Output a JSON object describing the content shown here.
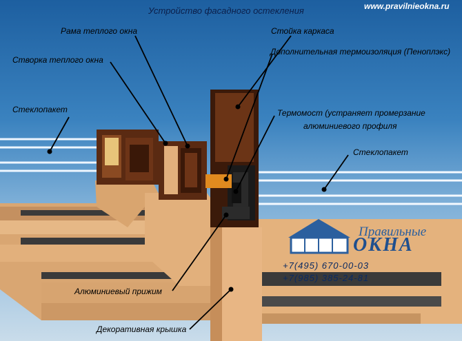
{
  "header": {
    "title": "Устройство фасадного остекления",
    "site": "www.pravilnieokna.ru"
  },
  "labels": {
    "window_frame": "Рама теплого окна",
    "window_sash": "Створка теплого окна",
    "glass_unit_left": "Стеклопакет",
    "frame_post": "Стойка каркаса",
    "extra_insulation": "Дополнительная термоизоляция (Пеноплэкс)",
    "thermal_bridge_line1": "Термомост (устраняет промерзание",
    "thermal_bridge_line2": "алюминиевого профиля",
    "glass_unit_right": "Стеклопакет",
    "aluminum_clamp": "Алюминиевый прижим",
    "decorative_cover": "Декоративная крышка"
  },
  "brand": {
    "name_line1": "Правильные",
    "name_line2": "ОКНА",
    "phone1": "+7(495) 670-00-03",
    "phone2": "+7(985) 385-24-81"
  },
  "colors": {
    "wood": "#e2b07c",
    "wood_dark": "#b98652",
    "profile_brown": "#5a2a12",
    "gasket": "#1a1a1a",
    "insulation_orange": "#e08a1f",
    "glass": "#dfeefb"
  }
}
